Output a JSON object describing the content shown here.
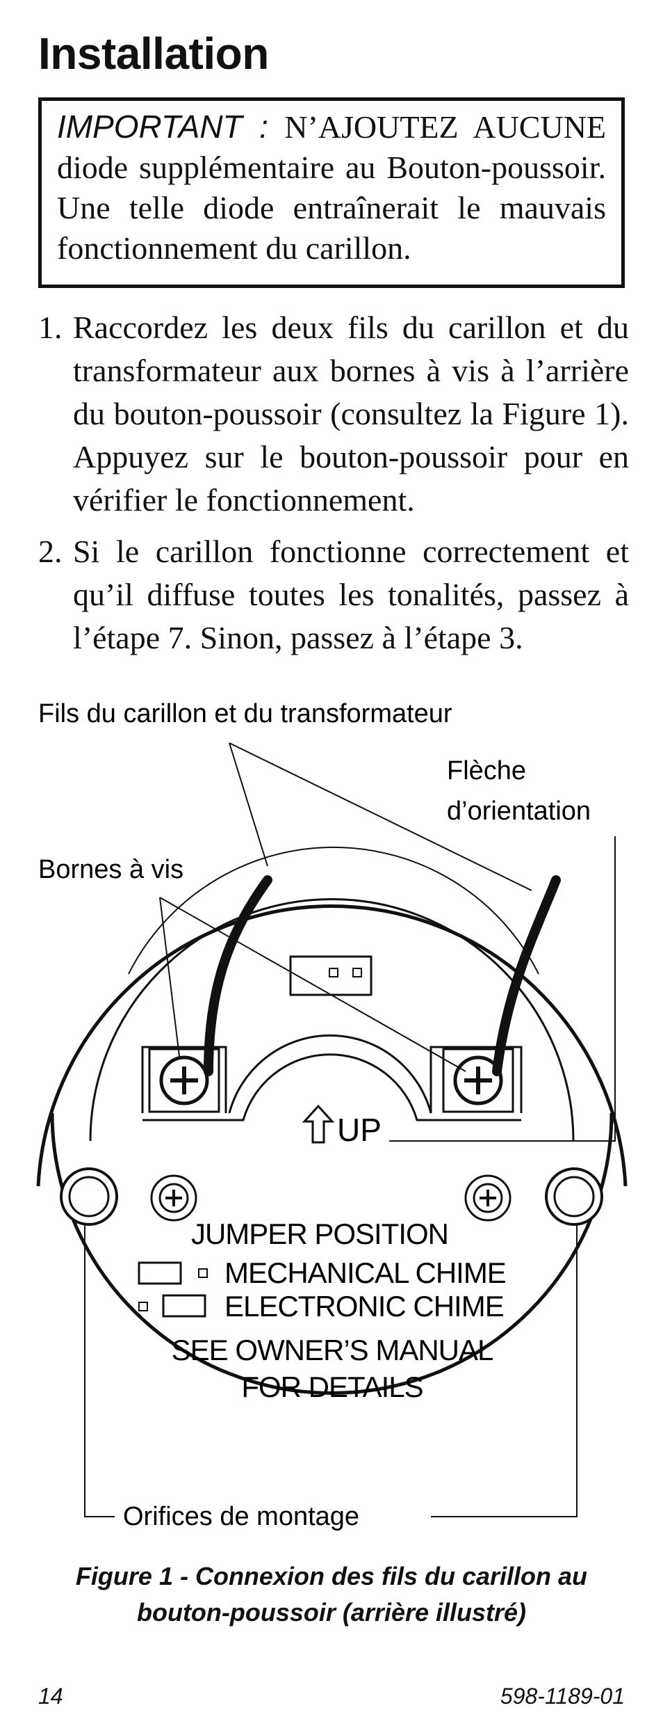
{
  "heading": "Installation",
  "important": {
    "label": "IMPORTANT :",
    "text": "N’AJOUTEZ AUCUNE diode supplémentaire au Bouton-poussoir. Une telle diode entraînerait le mauvais fonctionnement du carillon."
  },
  "steps": [
    {
      "number": "1.",
      "text": "Raccordez les deux fils du carillon et du transformateur aux bornes à vis à l’arrière du bouton-poussoir (consultez la Figure 1). Appuyez sur le bouton-poussoir pour en vérifier le fonctionnement."
    },
    {
      "number": "2.",
      "text": "Si le carillon fonctionne correctement et qu’il diffuse toutes les tonalités, passez à l’étape 7. Sinon, passez à l’étape 3."
    }
  ],
  "figure": {
    "callouts": {
      "wires": "Fils du carillon et du transformateur",
      "arrow_line1": "Flèche",
      "arrow_line2": "d’orientation",
      "screws": "Bornes à vis",
      "holes": "Orifices de montage"
    },
    "device": {
      "up": "UP",
      "jumper_title": "JUMPER POSITION",
      "mechanical": "MECHANICAL CHIME",
      "electronic": "ELECTRONIC CHIME",
      "manual_line1": "SEE OWNER’S MANUAL",
      "manual_line2": "FOR DETAILS"
    },
    "caption_line1": "Figure 1 - Connexion des fils du carillon au",
    "caption_line2": "bouton-poussoir (arrière illustré)"
  },
  "footer": {
    "page_number": "14",
    "document_number": "598-1189-01"
  }
}
